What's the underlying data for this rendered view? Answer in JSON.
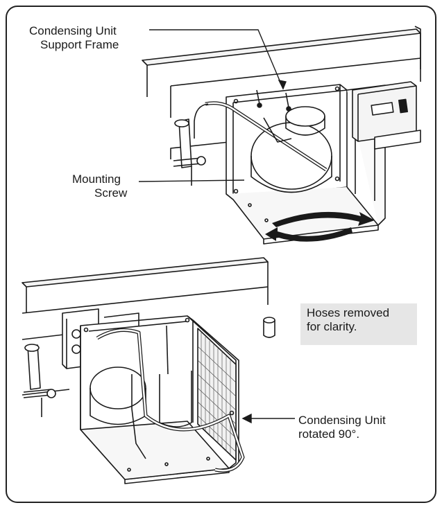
{
  "labels": {
    "support_frame": [
      "Condensing Unit",
      "Support Frame"
    ],
    "mounting_screw": [
      "Mounting",
      "Screw"
    ],
    "hoses_note": [
      "Hoses removed",
      "for clarity."
    ],
    "rotated": [
      "Condensing Unit",
      "rotated 90°."
    ]
  },
  "colors": {
    "line": "#1a1a1a",
    "note_fill": "#e6e6e6",
    "frame": "#222222"
  }
}
